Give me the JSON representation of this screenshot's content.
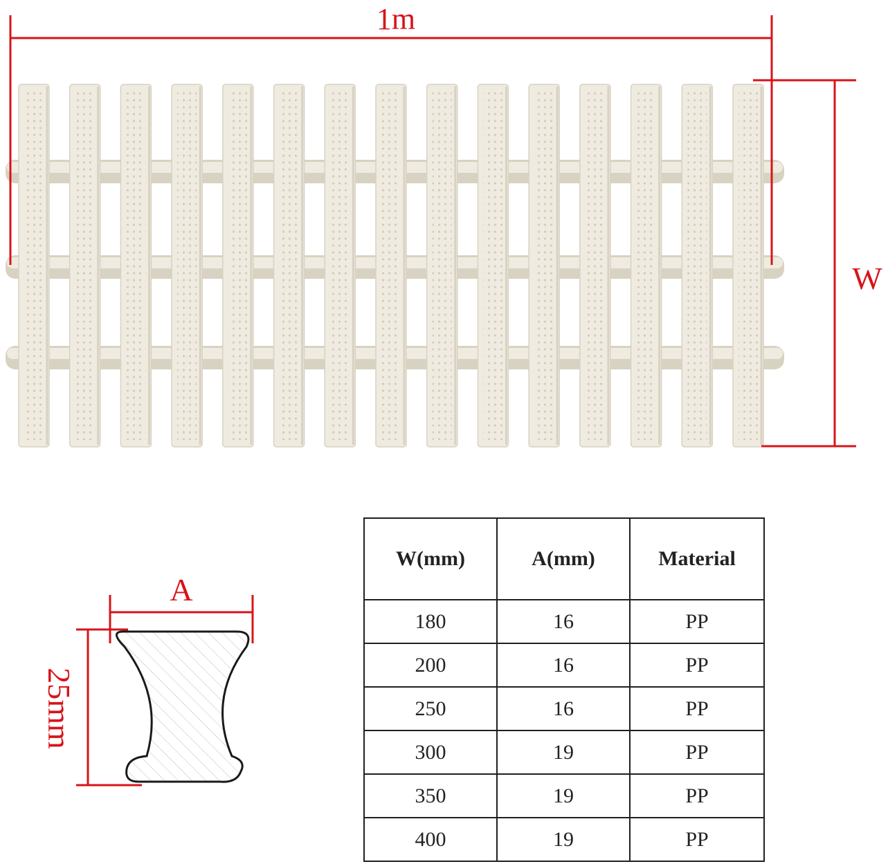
{
  "dimensions": {
    "length_label": "1m",
    "width_label": "W",
    "profile_width_label": "A",
    "profile_height_label": "25mm"
  },
  "product": {
    "bar_count": 15,
    "crossbar_count": 3,
    "bar_color": "#efebe0",
    "bar_shadow_color": "#d8d2c2",
    "dimension_color": "#d7141a"
  },
  "spec_table": {
    "headers": [
      "W(mm)",
      "A(mm)",
      "Material"
    ],
    "rows": [
      [
        "180",
        "16",
        "PP"
      ],
      [
        "200",
        "16",
        "PP"
      ],
      [
        "250",
        "16",
        "PP"
      ],
      [
        "300",
        "19",
        "PP"
      ],
      [
        "350",
        "19",
        "PP"
      ],
      [
        "400",
        "19",
        "PP"
      ]
    ]
  }
}
